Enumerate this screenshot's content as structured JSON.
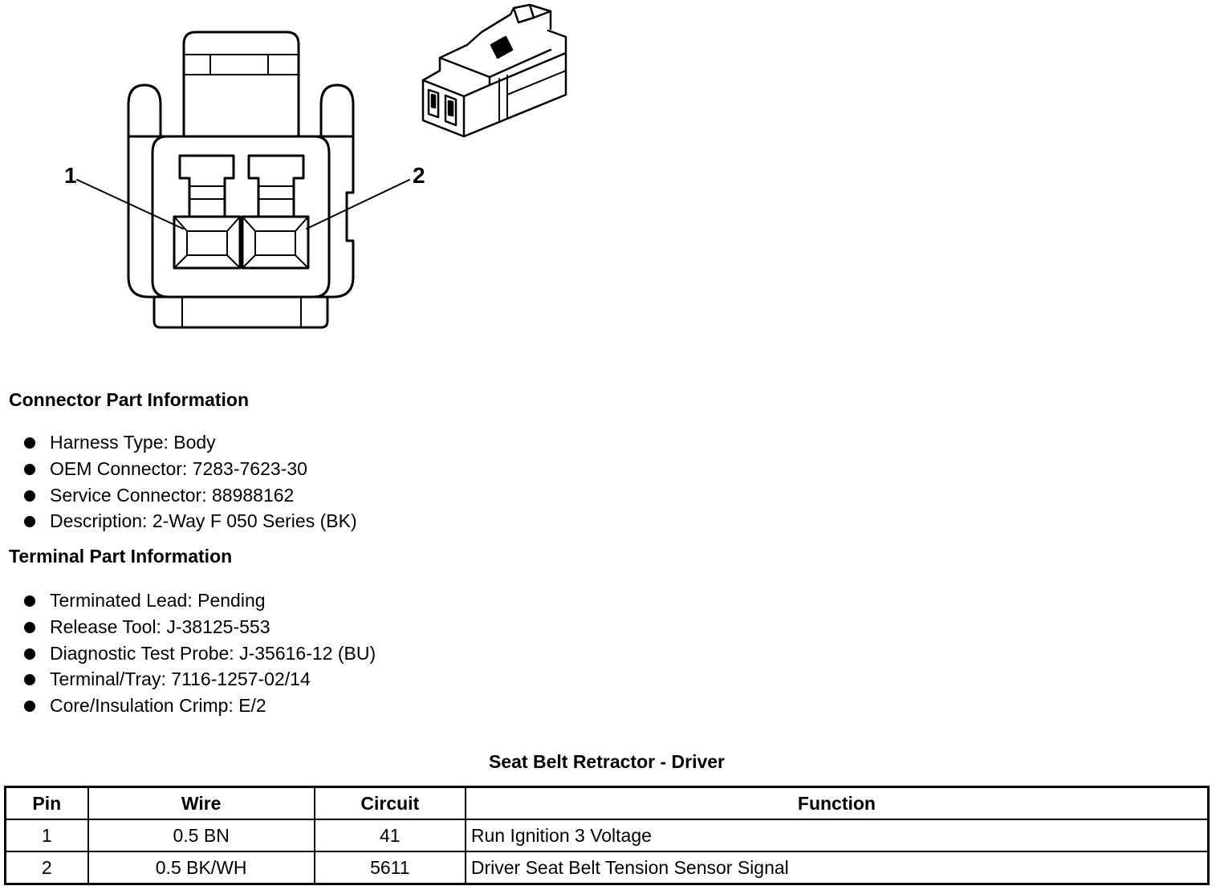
{
  "diagram": {
    "pin_labels": [
      "1",
      "2"
    ]
  },
  "connector_info": {
    "heading": "Connector Part Information",
    "items": [
      "Harness Type: Body",
      "OEM Connector: 7283-7623-30",
      "Service Connector: 88988162",
      "Description: 2-Way F 050 Series (BK)"
    ]
  },
  "terminal_info": {
    "heading": "Terminal Part Information",
    "items": [
      "Terminated Lead: Pending",
      "Release Tool: J-38125-553",
      "Diagnostic Test Probe: J-35616-12 (BU)",
      "Terminal/Tray: 7116-1257-02/14",
      "Core/Insulation Crimp: E/2"
    ]
  },
  "table": {
    "title": "Seat Belt Retractor - Driver",
    "headers": [
      "Pin",
      "Wire",
      "Circuit",
      "Function"
    ],
    "rows": [
      [
        "1",
        "0.5 BN",
        "41",
        "Run Ignition 3 Voltage"
      ],
      [
        "2",
        "0.5 BK/WH",
        "5611",
        "Driver Seat Belt Tension Sensor Signal"
      ]
    ]
  }
}
